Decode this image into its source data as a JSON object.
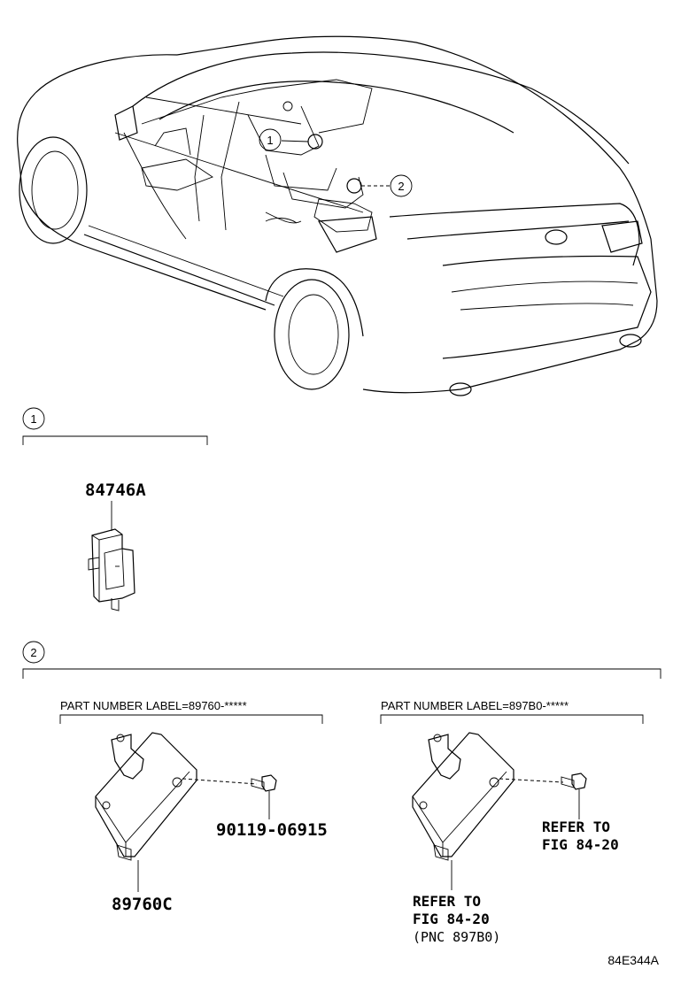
{
  "diagram": {
    "callouts": [
      "1",
      "2"
    ],
    "section1": {
      "number": "1",
      "part_number": "84746A"
    },
    "section2": {
      "number": "2",
      "left_group": {
        "label": "PART NUMBER LABEL=89760-*****",
        "bolt_part": "90119-06915",
        "module_part": "89760C"
      },
      "right_group": {
        "label": "PART NUMBER LABEL=897B0-*****",
        "bolt_ref_line1": "REFER TO",
        "bolt_ref_line2": "FIG 84-20",
        "module_ref_line1": "REFER TO",
        "module_ref_line2": "FIG 84-20",
        "module_ref_line3": "(PNC 897B0)"
      }
    },
    "figure_code": "84E344A"
  }
}
